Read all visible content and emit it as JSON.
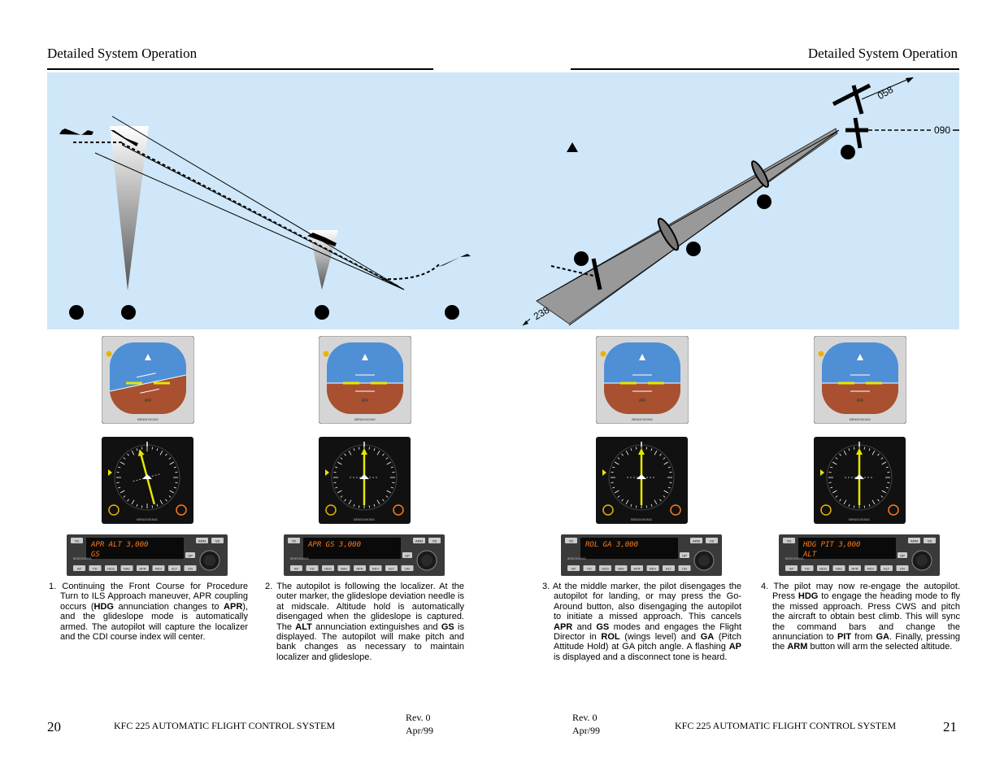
{
  "header": {
    "left_title": "Detailed System Operation",
    "right_title": "Detailed System Operation"
  },
  "diagram": {
    "course_labels": [
      "058",
      "090",
      "238"
    ]
  },
  "instruments": {
    "adi_brand": "BENDIX/KING",
    "adi_air": "AIR",
    "hsi_brand": "BENDIX/KING",
    "computer": [
      {
        "top": "APR ALT  3,000",
        "bottom": "GS",
        "arm": "ARM"
      },
      {
        "top": "APR  GS  3,000",
        "bottom": "",
        "arm": "ARM"
      },
      {
        "top": "ROL  GA  3,000",
        "bottom": "",
        "arm": "ARM"
      },
      {
        "top": "HDG  PIT  3,000",
        "bottom": "ALT",
        "arm": "ARM"
      }
    ],
    "computer_buttons": [
      "AP",
      "FD",
      "HDG",
      "NAV",
      "APR",
      "REV",
      "ALT",
      "DN"
    ],
    "computer_left_btn": "YD",
    "computer_right_btn": "VS",
    "computer_up": "UP",
    "computer_brand": "BENDIX/KING"
  },
  "captions": [
    {
      "num": "1.",
      "html": "Continuing the Front Course for Procedure Turn to ILS Approach maneuver, APR coupling occurs (<b>HDG</b> annunciation changes to <b>APR</b>), and the glideslope mode is automatically armed. The autopilot will capture the localizer and the CDI course index will center."
    },
    {
      "num": "2.",
      "html": "The autopilot is following the localizer. At the outer marker, the glideslope deviation needle is at midscale. Altitude hold is automatically disengaged when the glideslope is captured. The <b>ALT</b> annunciation extinguishes and <b>GS</b> is displayed. The autopilot will make pitch and bank changes as necessary to maintain localizer and glideslope."
    },
    {
      "num": "3.",
      "html": "At the middle marker, the pilot disengages the autopilot for landing, or may press the Go-Around button, also disengaging the autopilot to initiate a missed approach. This cancels <b>APR</b> and <b>GS</b> modes and engages the Flight Director in <b>ROL</b> (wings level) and <b>GA</b> (Pitch Attitude Hold) at GA pitch angle. A flashing <b>AP</b> is displayed and a disconnect tone is heard."
    },
    {
      "num": "4.",
      "html": "The pilot may now re-engage the autopilot. Press <b>HDG</b> to engage the heading mode to fly the missed approach. Press CWS and pitch the aircraft to obtain best climb. This will sync the command bars and change the annunciation to <b>PIT</b> from <b>GA</b>. Finally, pressing the <b>ARM</b> button will arm the selected altitude."
    }
  ],
  "footer": {
    "left_page": "20",
    "right_page": "21",
    "system_title": "KFC 225 AUTOMATIC FLIGHT CONTROL  SYSTEM",
    "rev": "Rev. 0",
    "date": "Apr/99"
  },
  "colors": {
    "sky": "#cfe7f8",
    "adi_sky": "#4f8fd6",
    "adi_ground": "#a8502f",
    "annunciator": "#ff7a1a",
    "needle": "#e6e600"
  }
}
